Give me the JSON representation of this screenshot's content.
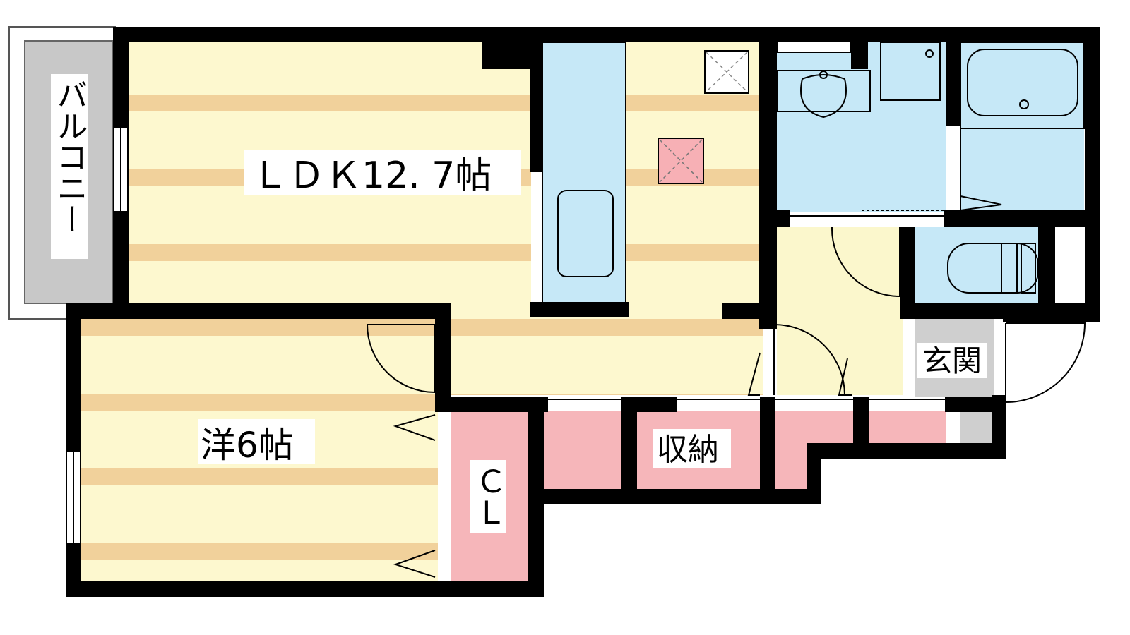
{
  "colors": {
    "floor_light": "#fdf8cf",
    "floor_stripe": "#f1d19b",
    "water": "#c6e8f7",
    "storage": "#f6b6ba",
    "balcony": "#c8c8c8",
    "entrance": "#cfcfcf",
    "hall": "#fbf7cc",
    "vent": "#f7b0b5",
    "wall": "#000000"
  },
  "labels": {
    "balcony": "バルコニー",
    "ldk": "ＬＤＫ12. 7帖",
    "western_room": "洋6帖",
    "storage": "収納",
    "closet": "ＣＬ",
    "entrance": "玄関"
  }
}
